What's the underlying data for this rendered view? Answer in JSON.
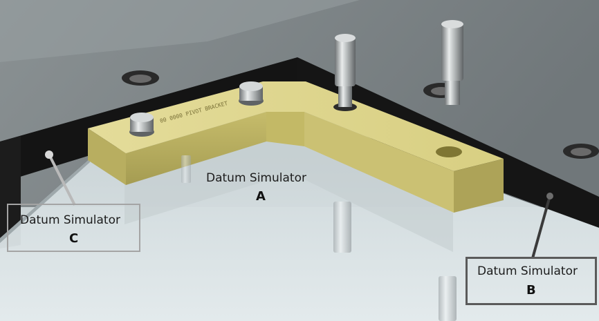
{
  "colors": {
    "background": "#c9d2d4",
    "plate_top": "#7e8587",
    "wall_dark": "#151515",
    "fixture_yellow": "#d6cc7c",
    "glass": "#dce5e8",
    "callout_c_border": "#a4a4a4",
    "callout_b_border": "#5a5a5a"
  },
  "engraving": "00 0000 PIVOT BRACKET",
  "labels": {
    "a": {
      "name": "Datum Simulator",
      "letter": "A"
    },
    "b": {
      "name": "Datum Simulator",
      "letter": "B"
    },
    "c": {
      "name": "Datum Simulator",
      "letter": "C"
    }
  }
}
